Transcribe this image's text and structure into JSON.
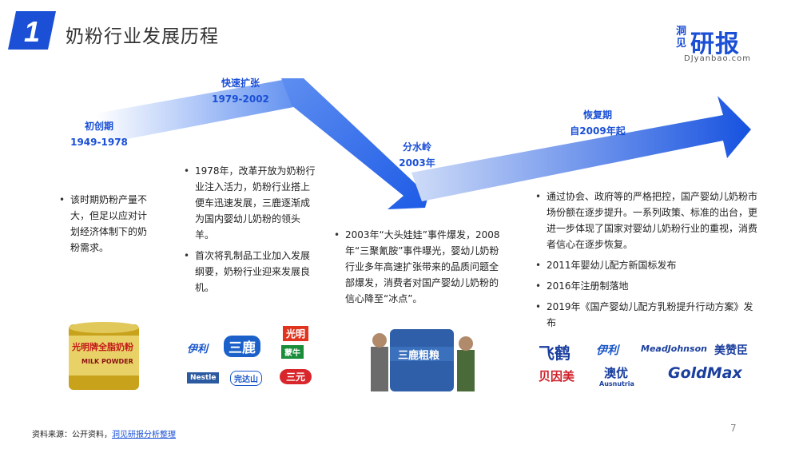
{
  "header": {
    "badge_number": "1",
    "title": "奶粉行业发展历程",
    "logo": {
      "side": "洞见",
      "main": "研报",
      "url": "DJyanbao.com"
    }
  },
  "stages": [
    {
      "name": "初创期",
      "period": "1949-1978"
    },
    {
      "name": "快速扩张",
      "period": "1979-2002"
    },
    {
      "name": "分水岭",
      "period": "2003年"
    },
    {
      "name": "恢复期",
      "period": "自2009年起"
    }
  ],
  "points": {
    "stage1": [
      "该时期奶粉产量不大，但足以应对计划经济体制下的奶粉需求。"
    ],
    "stage2": [
      "1978年，改革开放为奶粉行业注入活力，奶粉行业搭上便车迅速发展，三鹿逐渐成为国内婴幼儿奶粉的领头羊。",
      "首次将乳制品工业加入发展纲要，奶粉行业迎来发展良机。"
    ],
    "stage3": [
      "2003年“大头娃娃”事件爆发，2008年“三聚氰胺”事件曝光，婴幼儿奶粉行业多年高速扩张带来的品质问题全部爆发，消费者对国产婴幼儿奶粉的信心降至“冰点”。"
    ],
    "stage4": [
      "通过协会、政府等的严格把控，国产婴幼儿奶粉市场份额在逐步提升。一系列政策、标准的出台，更进一步体现了国家对婴幼儿奶粉行业的重视，消费者信心在逐步恢复。",
      "2011年婴幼儿配方新国标发布",
      "2016年注册制落地",
      "2019年《国产婴幼儿配方乳粉提升行动方案》发布"
    ]
  },
  "images": {
    "can_label": "光明牌全脂奶粉",
    "can_sub": "MILK POWDER",
    "stage2_brands": [
      "伊利",
      "三鹿",
      "光明",
      "蒙牛",
      "Nestle",
      "完达山",
      "三元"
    ],
    "stage3_barrel": "三鹿粗粮",
    "stage4_brands": [
      "飞鹤",
      "伊利",
      "MeadJohnson",
      "美赞臣",
      "贝因美",
      "澳优",
      "Ausnutria",
      "GoldMax"
    ]
  },
  "footer": {
    "source_prefix": "资料来源：公开资料，",
    "source_link": "洞见研报分析整理",
    "page_number": "7"
  },
  "colors": {
    "accent": "#1a4fd6",
    "arrow_light": "#dbe6fb",
    "arrow_dark": "#1652e0"
  }
}
